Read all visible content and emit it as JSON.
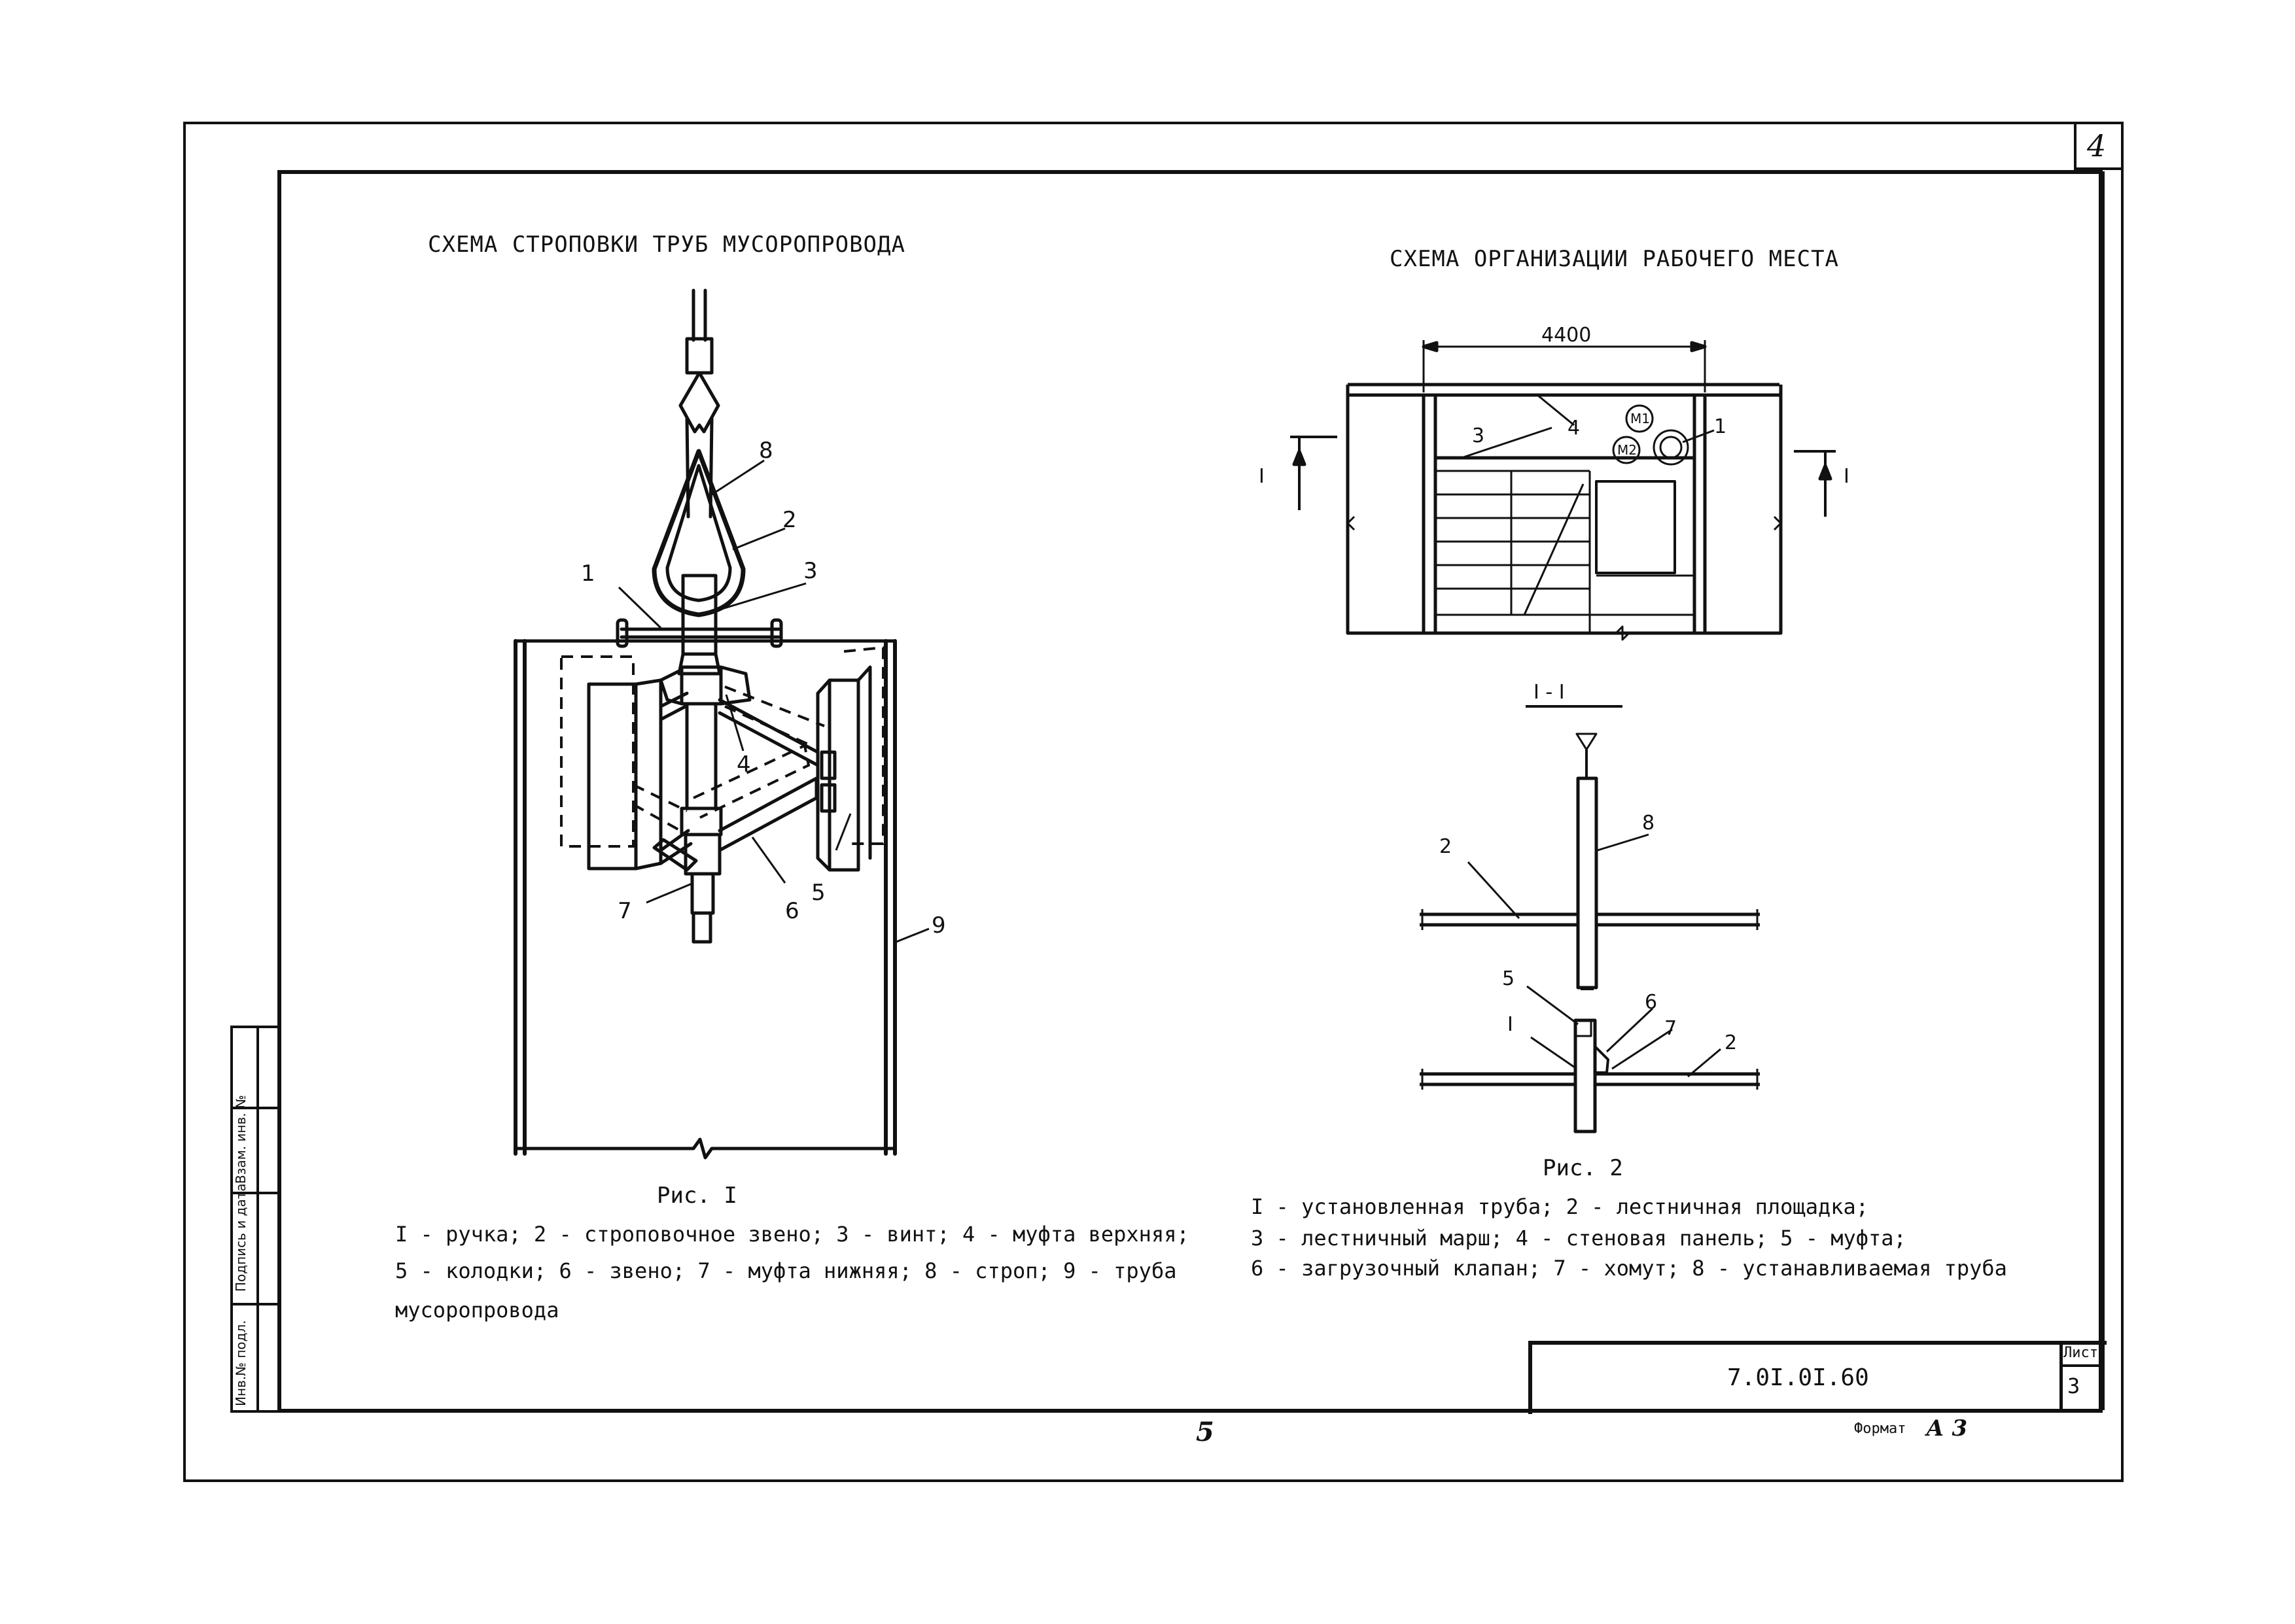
{
  "sheet": {
    "corner_number": "4",
    "page_number": "5",
    "doc_code": "7.0I.0I.60",
    "sheet_label": "Лист",
    "sheet_number": "3",
    "format_label": "Формат",
    "format_value": "А 3"
  },
  "side_stamp": {
    "inv_podl": "Инв.№ подл.",
    "podpis_data": "Подпись и дата",
    "vzam_inv": "Взам. инв. №"
  },
  "figure1": {
    "title": "СХЕМА СТРОПОВКИ ТРУБ МУСОРОПРОВОДА",
    "caption": "Рис. I",
    "labels": [
      "1",
      "2",
      "3",
      "4",
      "5",
      "6",
      "7",
      "8",
      "9"
    ],
    "legend": [
      "I - ручка; 2 - строповочное звено; 3 - винт; 4 - муфта верхняя;",
      "5 - колодки; 6 - звено; 7 - муфта нижняя; 8 - строп; 9 - труба",
      "мусоропровода"
    ]
  },
  "figure2": {
    "title": "СХЕМА ОРГАНИЗАЦИИ РАБОЧЕГО МЕСТА",
    "dimension": "4400",
    "section_mark": "I",
    "section_title": "I - I",
    "plan_labels": [
      "3",
      "4",
      "1"
    ],
    "motor_labels": [
      "M1",
      "M2"
    ],
    "section_labels": [
      "2",
      "8",
      "5",
      "I",
      "6",
      "7",
      "2"
    ],
    "caption": "Рис. 2",
    "legend": [
      "I - установленная труба; 2 - лестничная площадка;",
      "3 - лестничный марш; 4 - стеновая панель; 5 - муфта;",
      "6 - загрузочный клапан; 7 - хомут; 8 - устанавливаемая труба"
    ]
  }
}
